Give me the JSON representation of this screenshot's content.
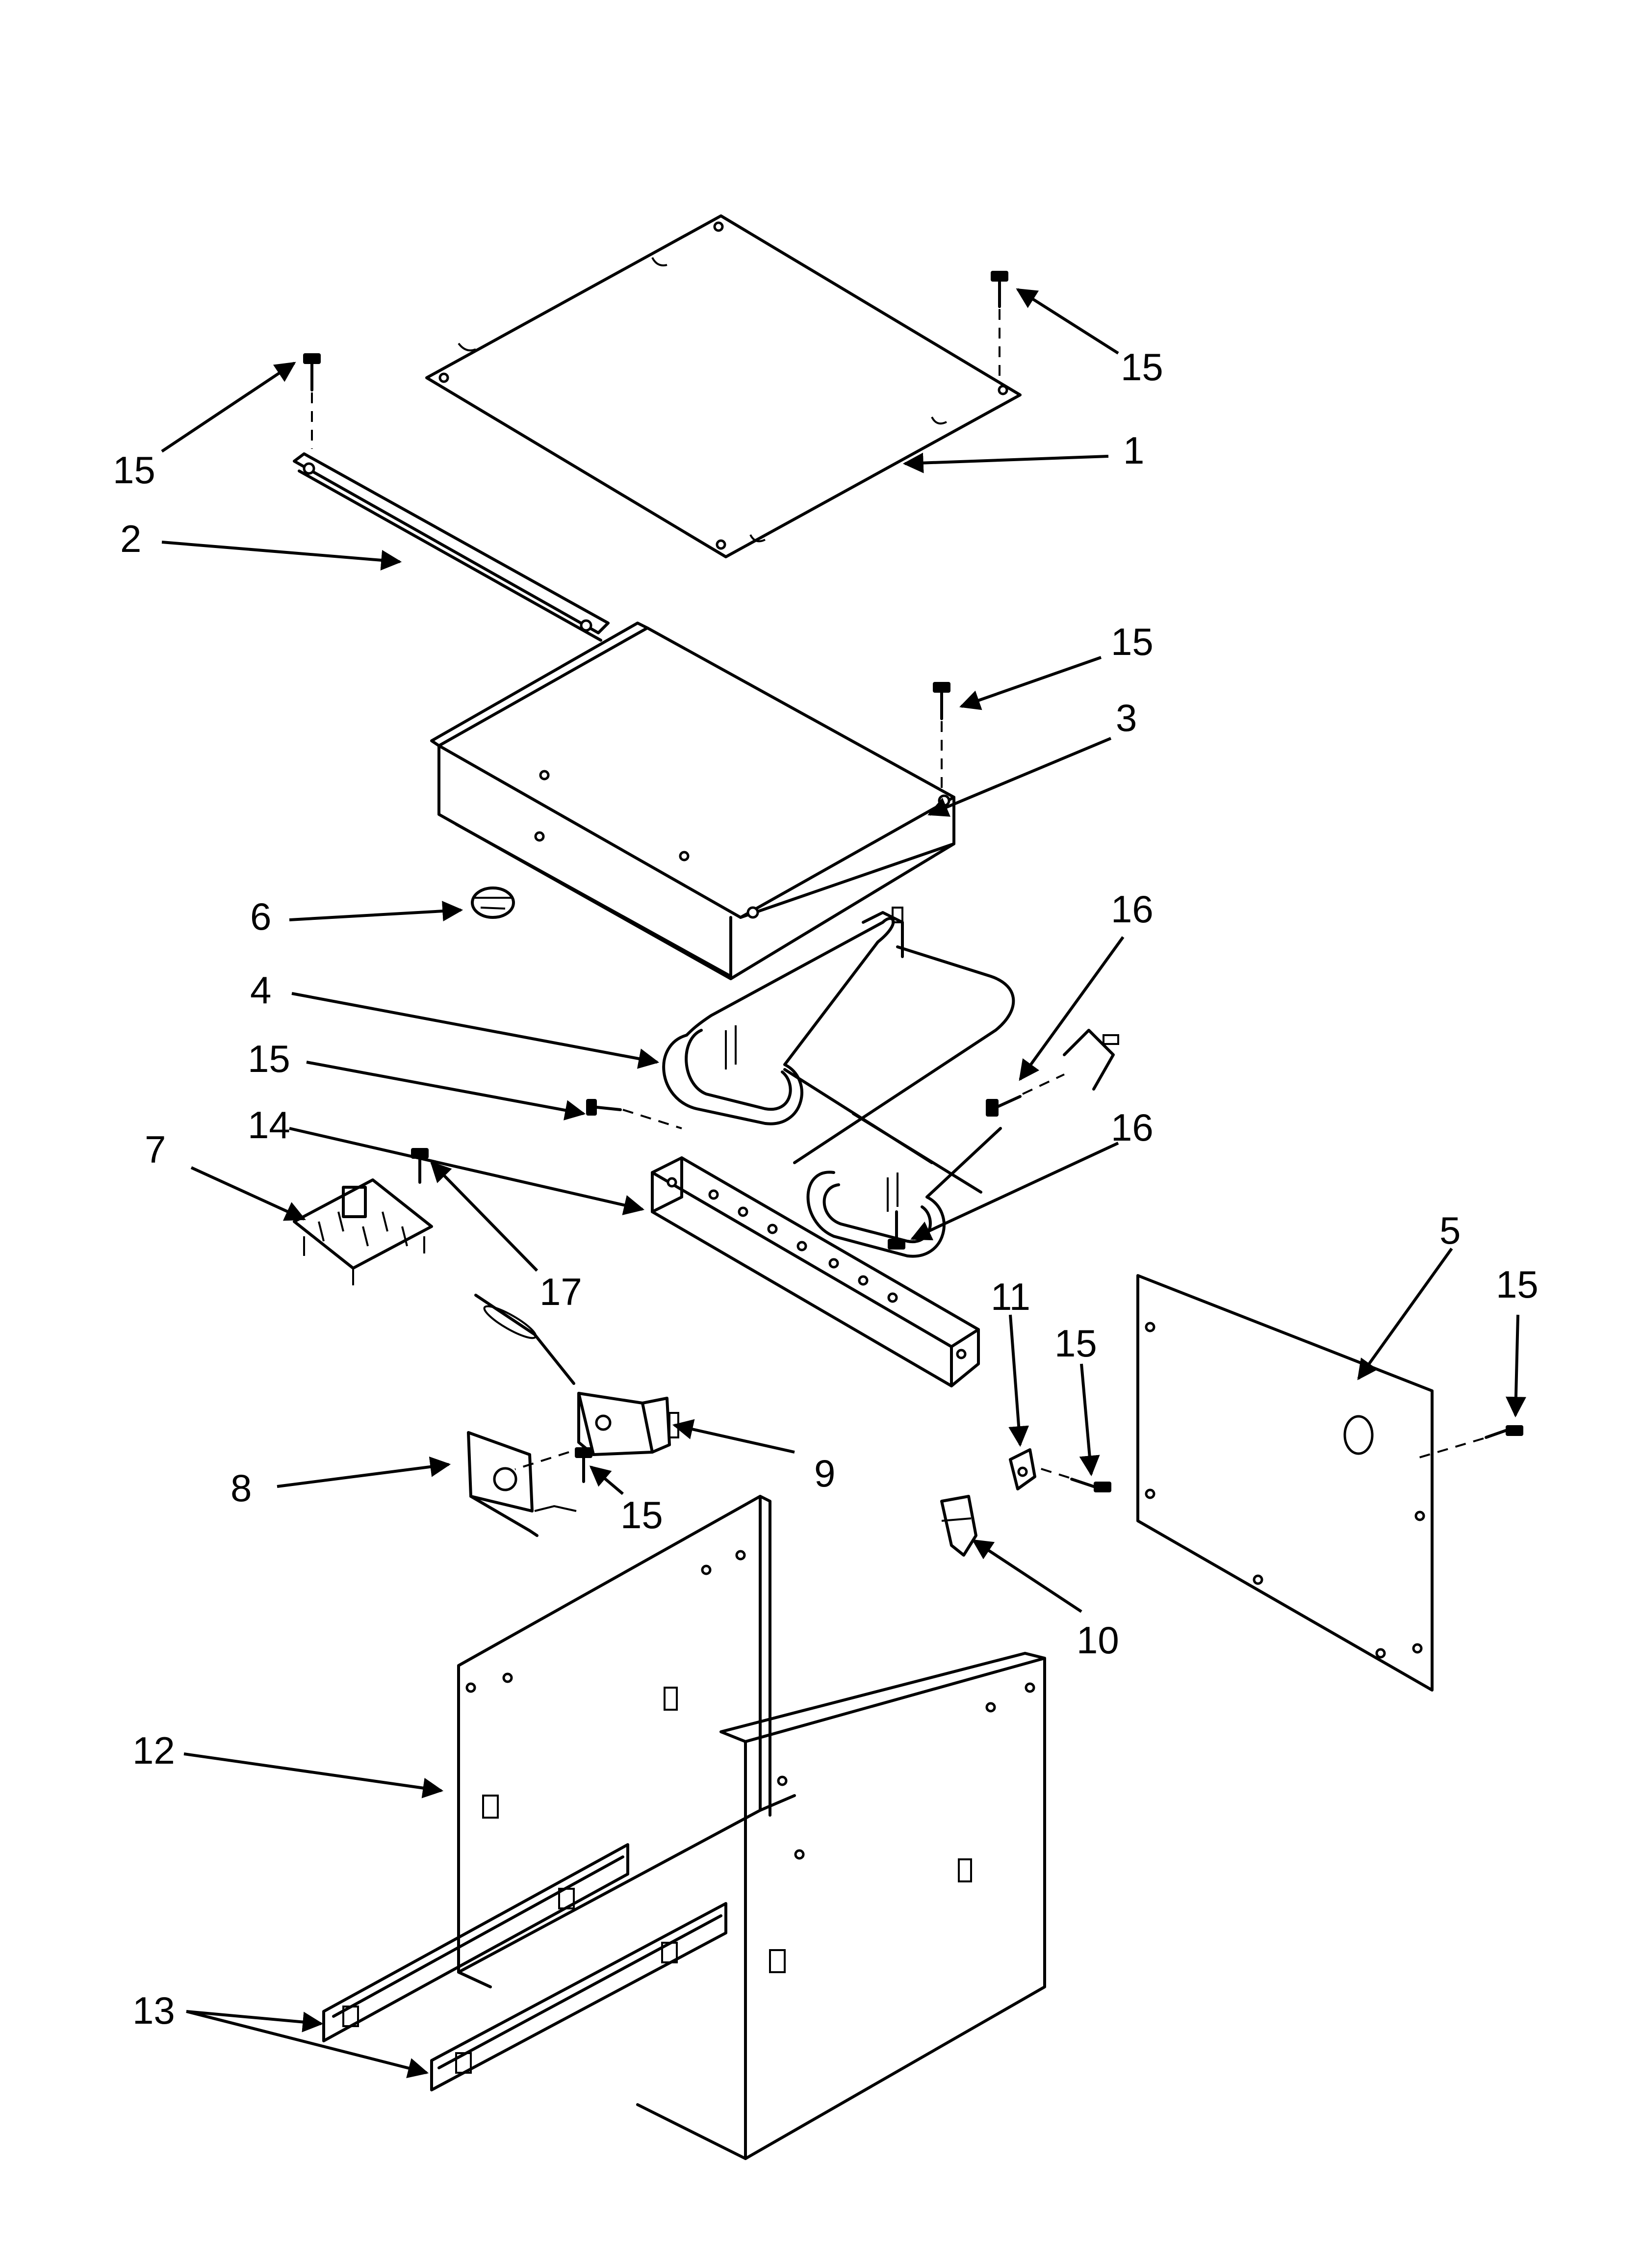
{
  "callouts": {
    "c1": "1",
    "c2": "2",
    "c3": "3",
    "c4": "4",
    "c5": "5",
    "c6": "6",
    "c7": "7",
    "c8": "8",
    "c9": "9",
    "c10": "10",
    "c11": "11",
    "c12": "12",
    "c13": "13",
    "c14": "14",
    "c15a": "15",
    "c15b": "15",
    "c15c": "15",
    "c15d": "15",
    "c15e": "15",
    "c15f": "15",
    "c15g": "15",
    "c16a": "16",
    "c16b": "16",
    "c17": "17"
  }
}
